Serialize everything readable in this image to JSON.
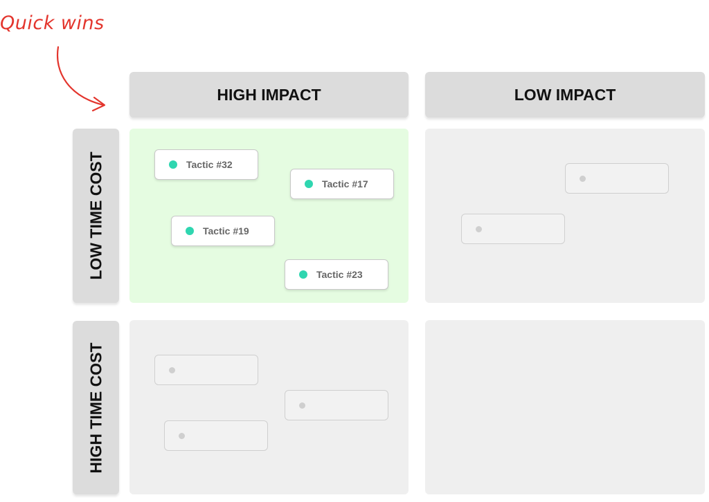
{
  "annotation": {
    "text": "Quick wins",
    "color": "#e3352d"
  },
  "columns": [
    {
      "label": "HIGH IMPACT"
    },
    {
      "label": "LOW IMPACT"
    }
  ],
  "rows": [
    {
      "label": "LOW TIME COST"
    },
    {
      "label": "HIGH TIME COST"
    }
  ],
  "colors": {
    "header_bg": "#dcdcdc",
    "quick_win_bg": "#e5fce1",
    "cell_bg": "#efefef",
    "active_dot": "#2fd6b0",
    "inactive_dot": "#cfcfcf"
  },
  "cells": {
    "low_cost_high_impact": {
      "highlighted": true,
      "cards": [
        {
          "label": "Tactic #32"
        },
        {
          "label": "Tactic #17"
        },
        {
          "label": "Tactic #19"
        },
        {
          "label": "Tactic #23"
        }
      ]
    },
    "low_cost_low_impact": {
      "highlighted": false,
      "empty_card_count": 2
    },
    "high_cost_high_impact": {
      "highlighted": false,
      "empty_card_count": 3
    },
    "high_cost_low_impact": {
      "highlighted": false,
      "empty_card_count": 0
    }
  }
}
